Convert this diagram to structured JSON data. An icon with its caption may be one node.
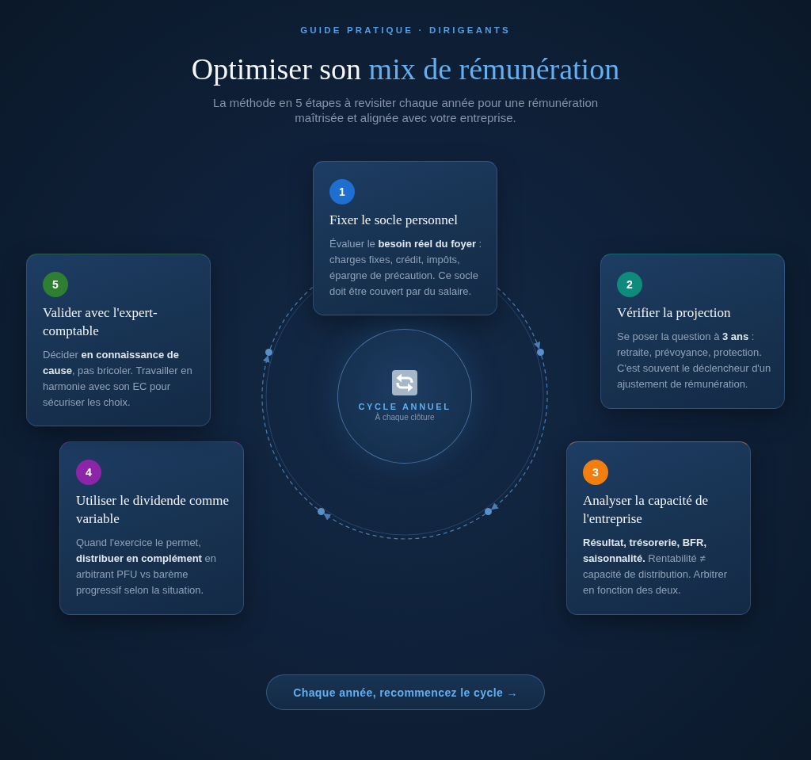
{
  "diagram": {
    "title": "Optimiser son **mix de rémunération**",
    "nodes": [
      {
        "text": [
          "1",
          "Fixer le socle personnel",
          "Évaluer le **besoin réel du foyer** : charges fixes, crédit, impôts, épargne de précaution. Ce socle doit être couvert par du salaire."
        ]
      },
      {
        "text": [
          "2",
          "Vérifier la projection",
          "Se poser la question à **3 ans** : retraite, prévoyance, protection. C'est souvent le déclencheur d'un ajustement de rémunération."
        ]
      },
      {
        "text": [
          "3",
          "Analyser la capacité de l'entreprise",
          "**Résultat, trésorerie, BFR, saisonnalité.** Rentabilité ≠ capacité de distribution. Arbitrer en fonction des deux."
        ]
      },
      {
        "text": [
          "4",
          "Utiliser le dividende comme variable",
          "Quand l'exercice le permet, **distribuer en complément** en arbitrant PFU vs barème progressif selon la situation."
        ]
      },
      {
        "text": [
          "5",
          "Valider avec l'expert-comptable",
          "Décider **en connaissance de cause**, pas bricoler. Travailler en harmonie avec son EC pour sécuriser les choix."
        ]
      },
      {
        "text": [
          "CYCLE ANNUEL",
          "À chaque clôture"
        ]
      },
      {
        "text": [],
        "shape": "circle"
      },
      {
        "text": [],
        "shape": "circle"
      },
      {
        "text": [],
        "shape": "circle"
      },
      {
        "text": [],
        "shape": "circle"
      },
      {
        "text": [
          "Chaque année, recommencez le cycle →"
        ]
      }
    ],
    "edges": [
      {
        "from": 0,
        "to": 6,
        "arrow": "to",
        "style": "dashed"
      },
      {
        "from": 6,
        "to": 7,
        "arrow": "to",
        "style": "dashed"
      },
      {
        "from": 7,
        "to": 8,
        "arrow": "to",
        "style": "dashed"
      },
      {
        "from": 8,
        "to": 9,
        "arrow": "to",
        "style": "dashed"
      },
      {
        "from": 9,
        "to": 0,
        "arrow": "none",
        "style": "dashed"
      }
    ],
    "labels": [
      "GUIDE PRATIQUE · DIRIGEANTS",
      "La méthode en 5 étapes à revisiter chaque année pour une rémunération maîtrisée et alignée avec votre entreprise."
    ]
  }
}
